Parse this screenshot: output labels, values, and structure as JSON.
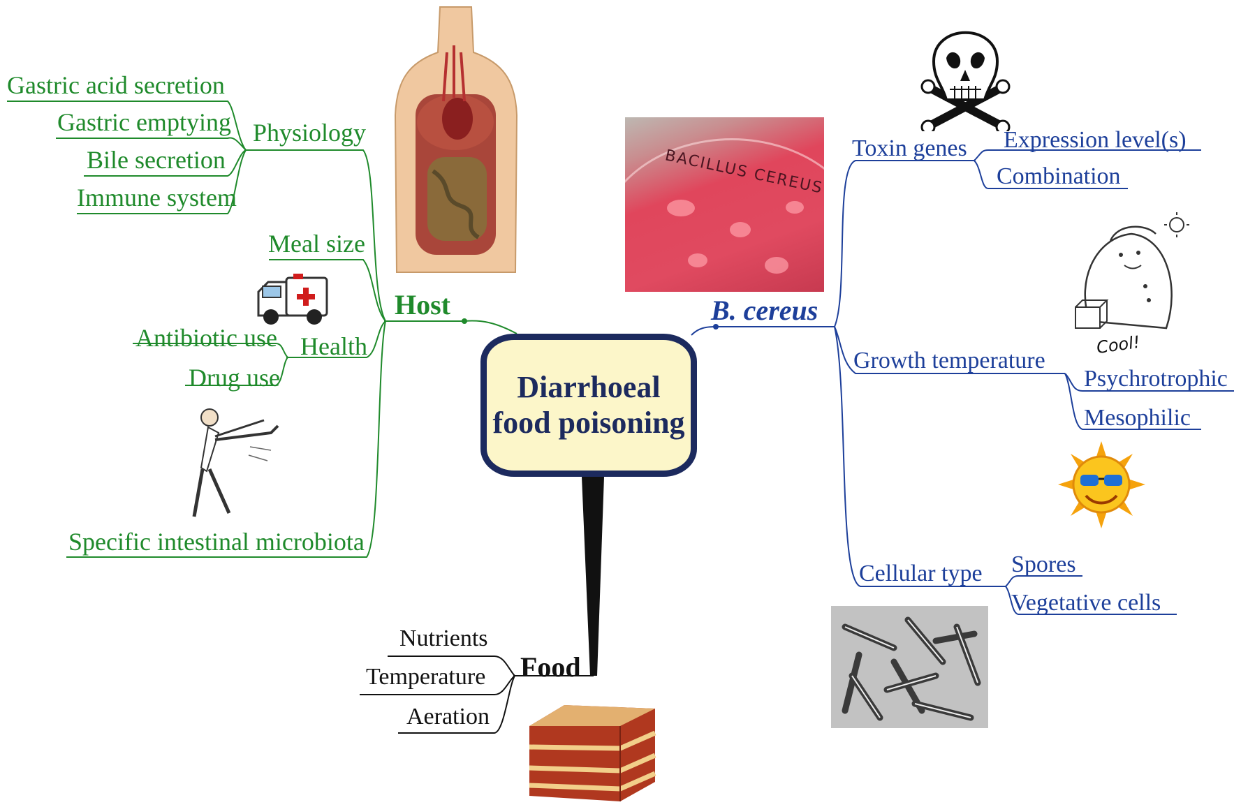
{
  "center": {
    "title": "Diarrhoeal\nfood poisoning"
  },
  "host": {
    "label": "Host",
    "physiology": {
      "label": "Physiology",
      "items": [
        "Gastric acid secretion",
        "Gastric emptying",
        "Bile secretion",
        "Immune system"
      ]
    },
    "meal_size": "Meal size",
    "health": {
      "label": "Health",
      "items": [
        "Antibiotic use",
        "Drug use"
      ]
    },
    "microbiota": "Specific intestinal microbiota"
  },
  "pathogen": {
    "label": "B. cereus",
    "toxin_genes": {
      "label": "Toxin genes",
      "items": [
        "Expression level(s)",
        "Combination"
      ]
    },
    "growth_temperature": {
      "label": "Growth temperature",
      "items": [
        "Psychrotrophic",
        "Mesophilic"
      ]
    },
    "cellular_type": {
      "label": "Cellular type",
      "items": [
        "Spores",
        "Vegetative cells"
      ]
    }
  },
  "food": {
    "label": "Food",
    "items": [
      "Nutrients",
      "Temperature",
      "Aeration"
    ]
  },
  "cartoon": {
    "cool_text": "Cool!"
  },
  "petri": {
    "text": "BACILLUS CEREUS"
  },
  "colors": {
    "host": "#1f8a2b",
    "pathogen": "#1d3f9a",
    "food": "#111111",
    "box_fill": "#fcf6c9",
    "box_border": "#1c2a5e"
  },
  "icons": [
    "torso-anatomy-illustration",
    "ambulance-icon",
    "karate-kick-figure",
    "skull-crossbones-icon",
    "petri-dish-photo",
    "snowman-cartoon",
    "sun-with-sunglasses-icon",
    "rod-bacteria-micrograph",
    "lasagna-photo"
  ]
}
